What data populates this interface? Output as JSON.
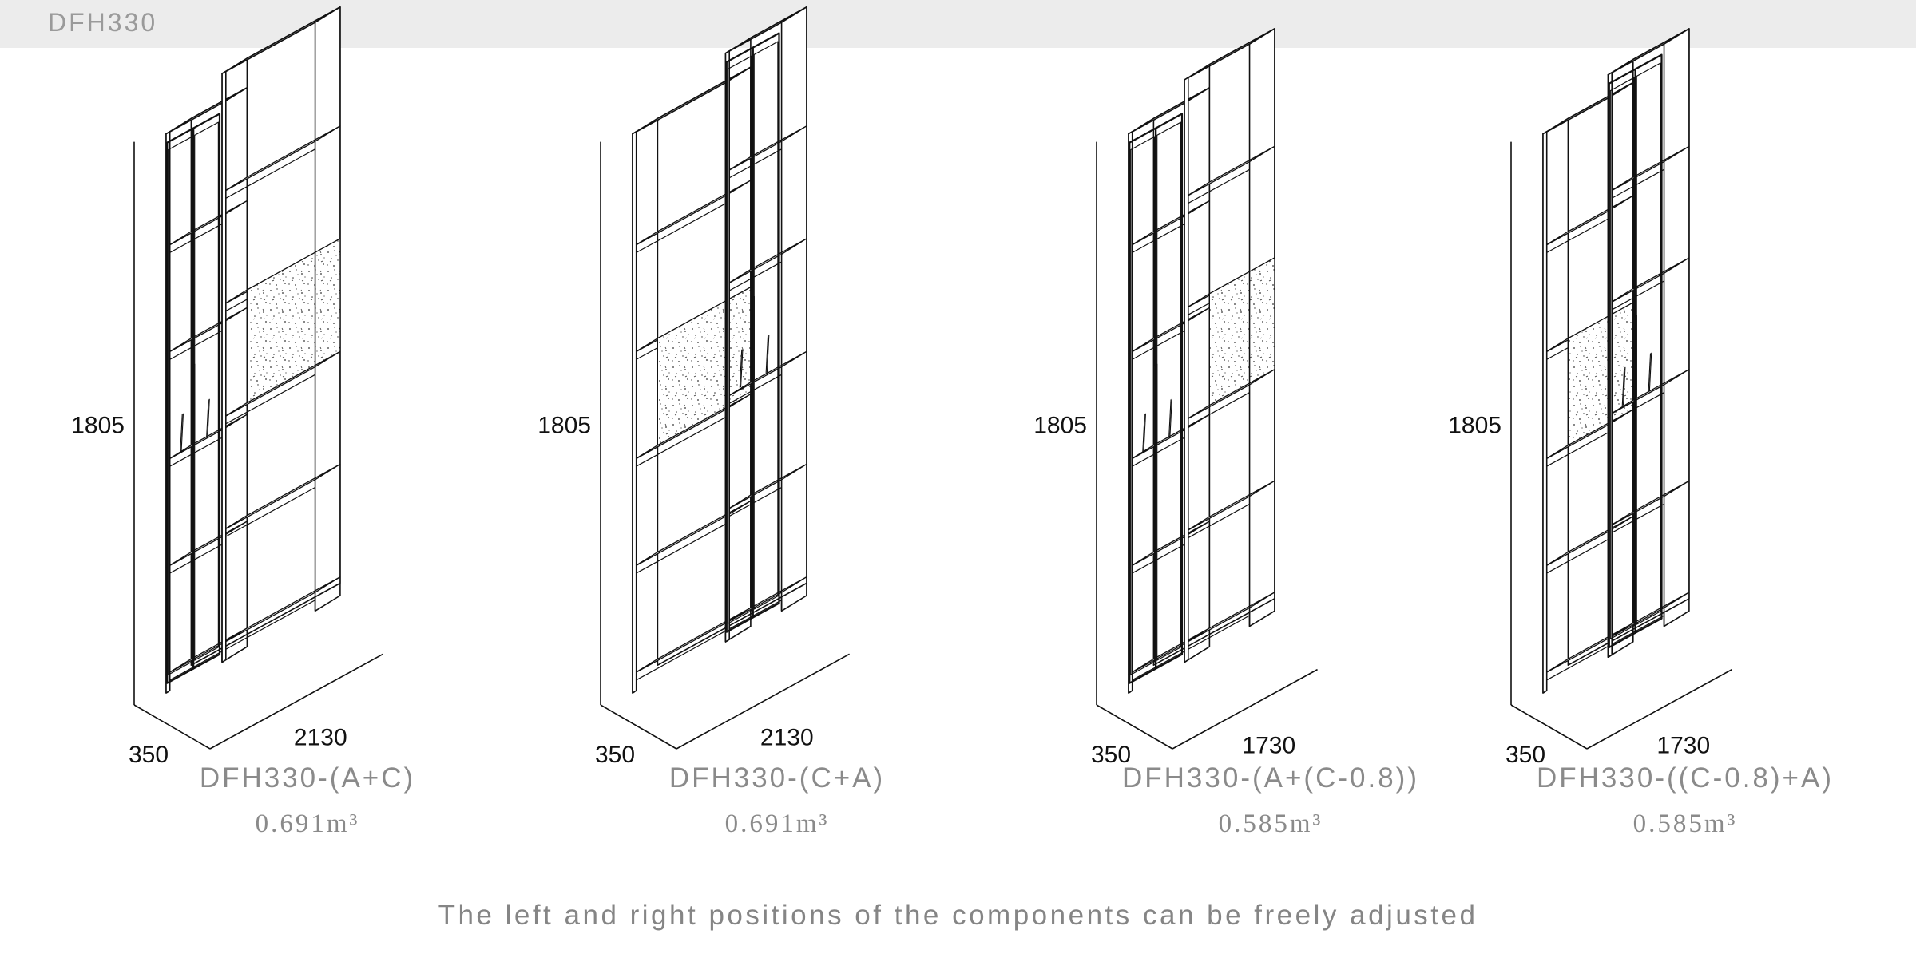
{
  "header": {
    "title": "DFH330"
  },
  "models": [
    {
      "name": "DFH330-(A+C)",
      "volume": "0.691m³",
      "height": "1805",
      "width": "2130",
      "depth": "350"
    },
    {
      "name": "DFH330-(C+A)",
      "volume": "0.691m³",
      "height": "1805",
      "width": "2130",
      "depth": "350"
    },
    {
      "name": "DFH330-(A+(C-0.8))",
      "volume": "0.585m³",
      "height": "1805",
      "width": "1730",
      "depth": "350"
    },
    {
      "name": "DFH330-((C-0.8)+A)",
      "volume": "0.585m³",
      "height": "1805",
      "width": "1730",
      "depth": "350"
    }
  ],
  "footer": {
    "note": "The left and right positions of the components can be freely adjusted"
  }
}
